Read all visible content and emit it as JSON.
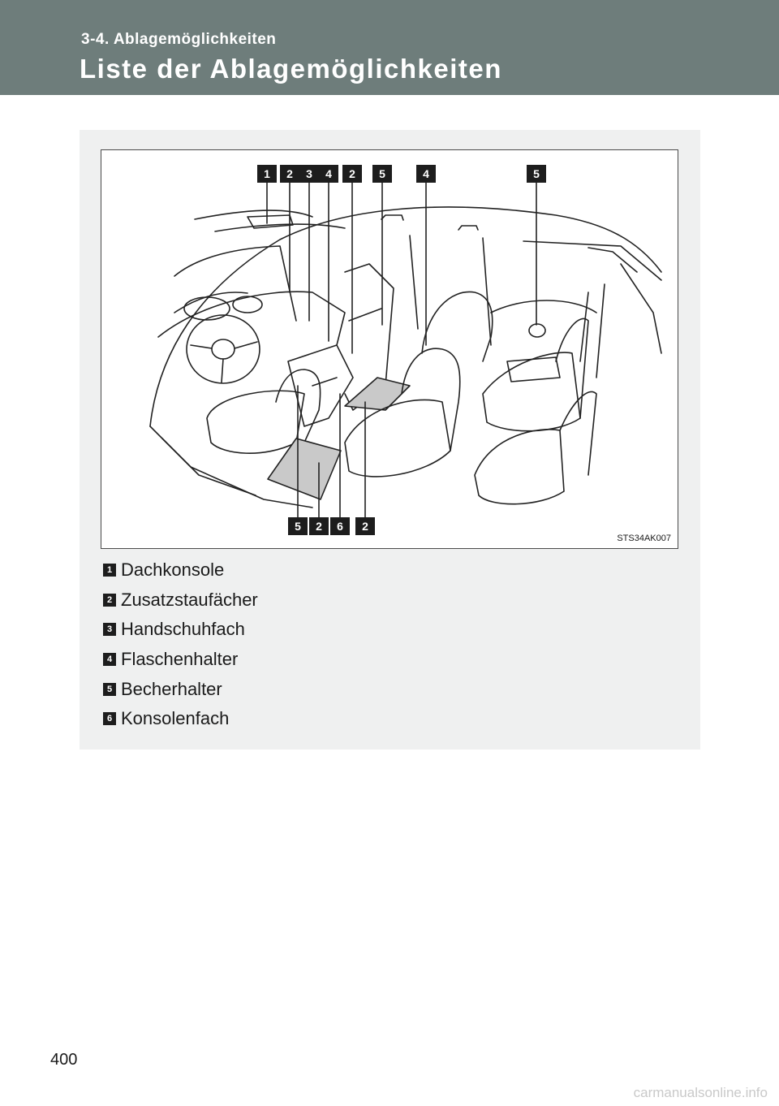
{
  "header": {
    "section_label": "3-4. Ablagemöglichkeiten",
    "page_heading": "Liste der Ablagemöglichkeiten",
    "color": "#6e7d7b"
  },
  "figure": {
    "code": "STS34AK007",
    "top_callouts": [
      "1",
      "2",
      "3",
      "4",
      "2",
      "5",
      "4",
      "5"
    ],
    "bottom_callouts": [
      "5",
      "2",
      "6",
      "2"
    ]
  },
  "legend": [
    {
      "num": "1",
      "label": "Dachkonsole"
    },
    {
      "num": "2",
      "label": "Zusatzstaufächer"
    },
    {
      "num": "3",
      "label": "Handschuhfach"
    },
    {
      "num": "4",
      "label": "Flaschenhalter"
    },
    {
      "num": "5",
      "label": "Becherhalter"
    },
    {
      "num": "6",
      "label": "Konsolenfach"
    }
  ],
  "footer": {
    "page_number": "400",
    "watermark": "carmanualsonline.info"
  }
}
